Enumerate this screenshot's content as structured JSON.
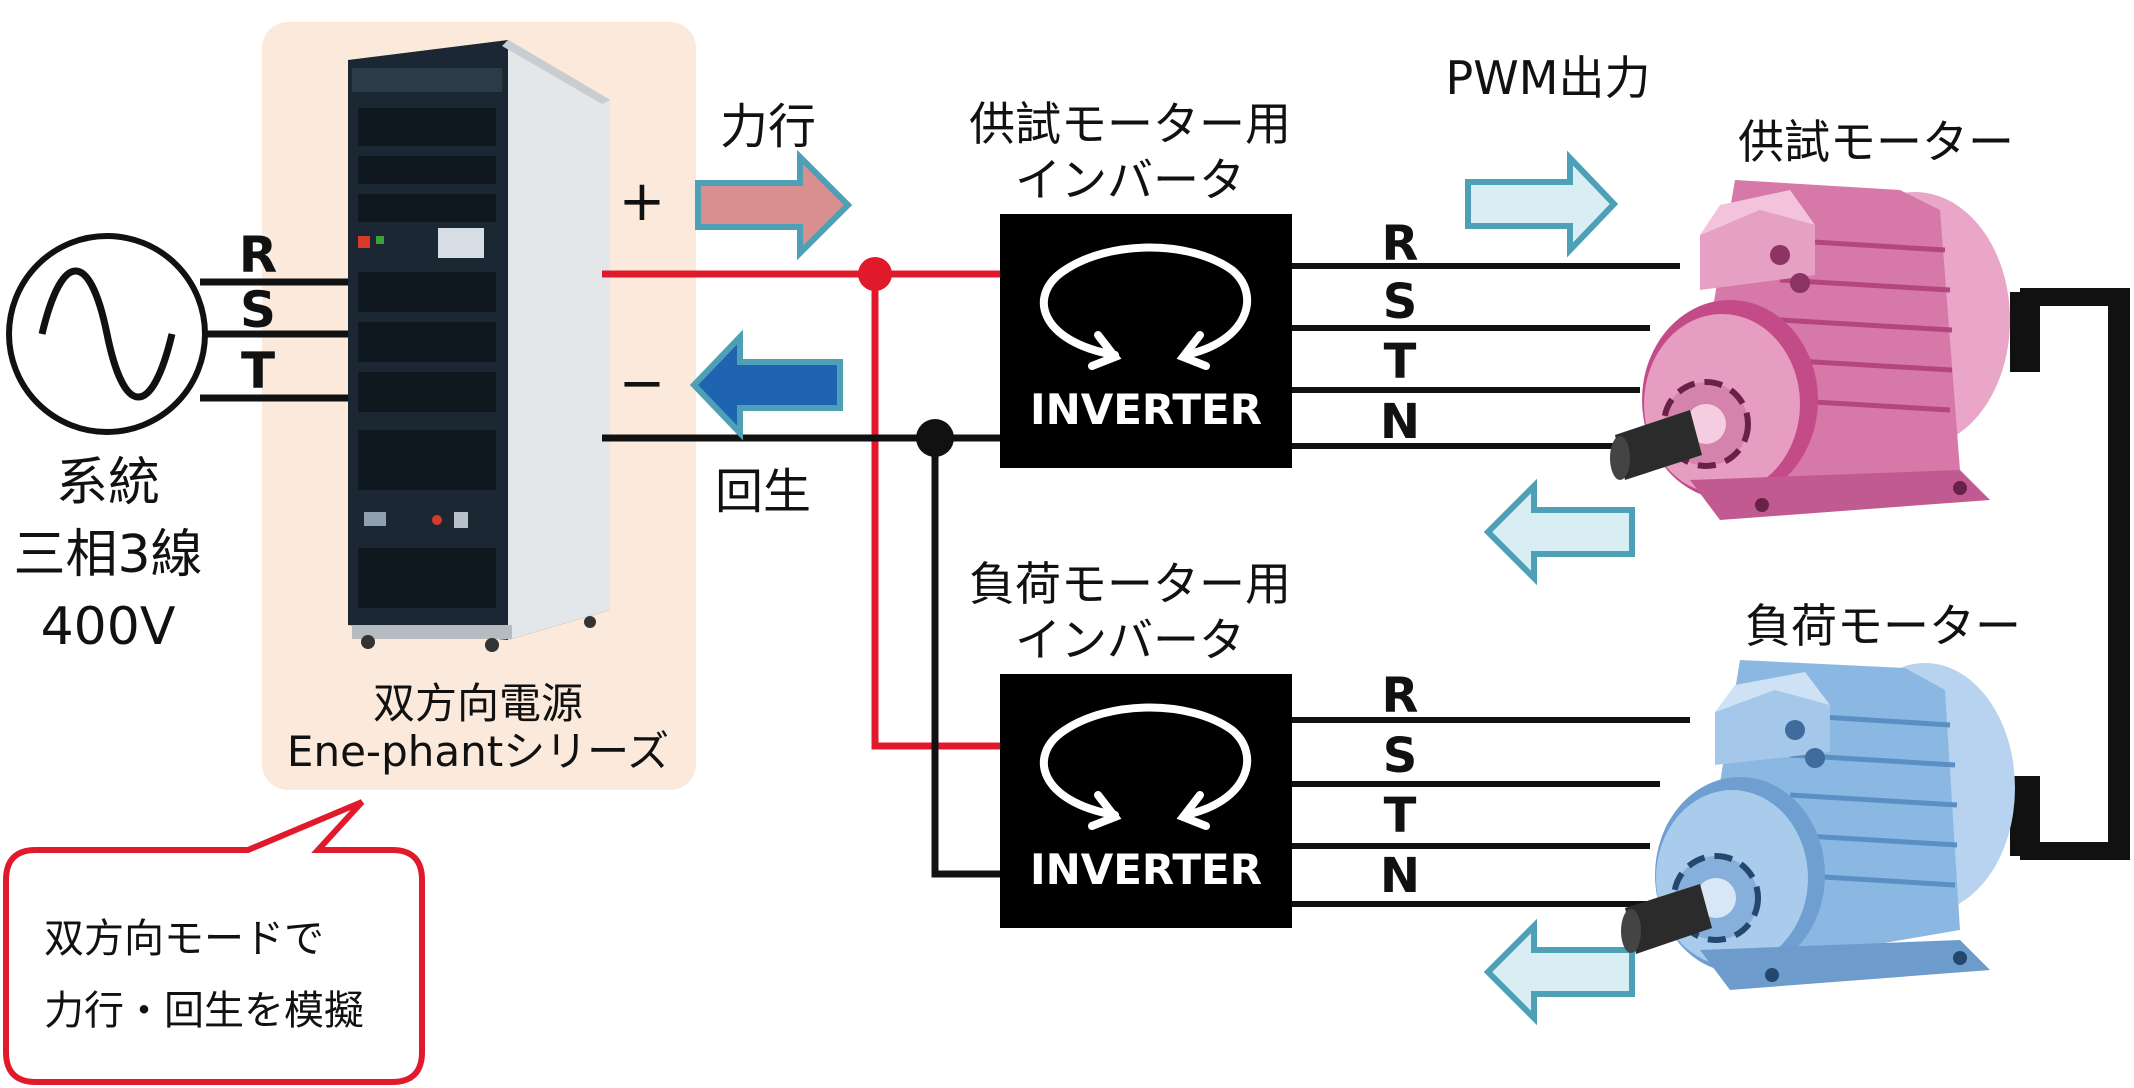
{
  "source": {
    "lines": [
      "系統",
      "三相3線",
      "400V"
    ],
    "phases": [
      "R",
      "S",
      "T"
    ]
  },
  "power_supply": {
    "name": "双方向電源",
    "series": "Ene-phantシリーズ",
    "plus": "+",
    "minus": "−"
  },
  "flows": {
    "powering": "力行",
    "regeneration": "回生",
    "pwm_output": "PWM出力"
  },
  "inverters": [
    {
      "title": [
        "供試モーター用",
        "インバータ"
      ],
      "label": "INVERTER",
      "phases": [
        "R",
        "S",
        "T",
        "N"
      ]
    },
    {
      "title": [
        "負荷モーター用",
        "インバータ"
      ],
      "label": "INVERTER",
      "phases": [
        "R",
        "S",
        "T",
        "N"
      ]
    }
  ],
  "motors": [
    {
      "label": "供試モーター",
      "body_color": "#e08cb6",
      "dark_color": "#b3467f",
      "light_color": "#f3c3dc"
    },
    {
      "label": "負荷モーター",
      "body_color": "#9cc3e8",
      "dark_color": "#5a8fc4",
      "light_color": "#cfe2f5"
    }
  ],
  "callout": {
    "lines": [
      "双方向モードで",
      "力行・回生を模擬"
    ],
    "border_color": "#e0192b"
  },
  "colors": {
    "positive_line": "#e0192b",
    "negative_line": "#111111",
    "powering_arrow": "#d98f8f",
    "regeneration_arrow": "#1f64b0",
    "flow_arrow": "#d9eef4",
    "flow_arrow_border": "#4da0b5",
    "panel_bg": "#fbeadb"
  }
}
